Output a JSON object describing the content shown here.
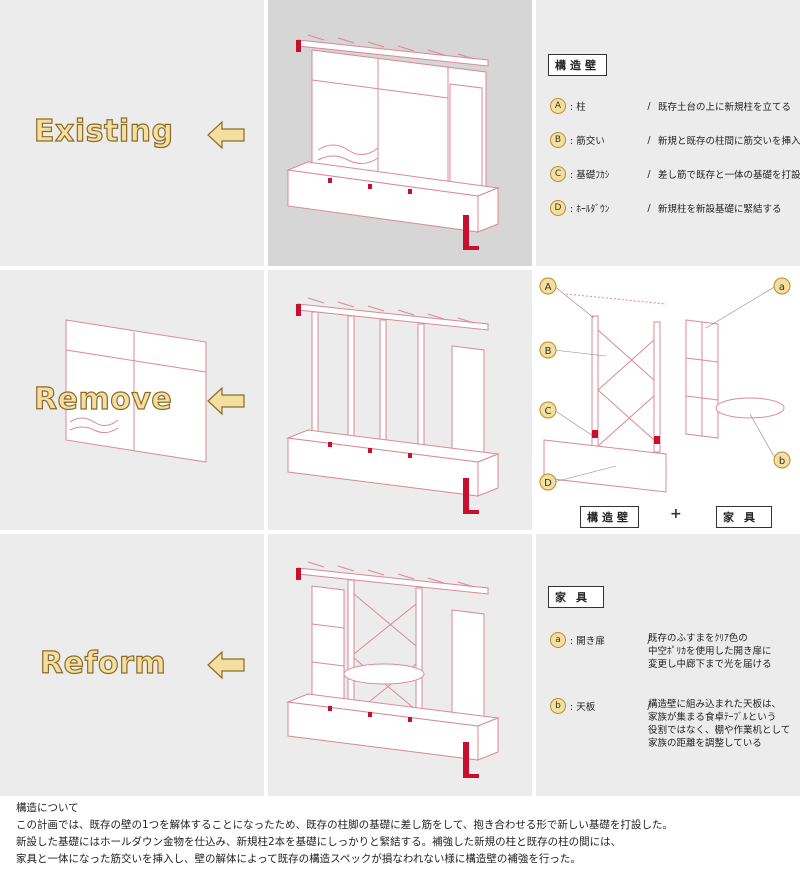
{
  "rows": {
    "existing": "Existing",
    "remove": "Remove",
    "reform": "Reform"
  },
  "structure_legend": {
    "title": "構造壁",
    "items": [
      {
        "badge": "A",
        "name": ": 柱",
        "desc": "既存土台の上に新規柱を立てる"
      },
      {
        "badge": "B",
        "name": ": 筋交い",
        "desc": "新規と既存の柱間に筋交いを挿入"
      },
      {
        "badge": "C",
        "name": ": 基礎ﾌｶｼ",
        "desc": "差し筋で既存と一体の基礎を打設"
      },
      {
        "badge": "D",
        "name": ": ﾎｰﾙﾀﾞｳﾝ",
        "desc": "新規柱を新設基礎に緊結する"
      }
    ]
  },
  "exploded": {
    "left_labels": [
      "A",
      "B",
      "C",
      "D"
    ],
    "right_labels": [
      "a",
      "b"
    ],
    "structure_wall": "構造壁",
    "plus": "+",
    "furniture": "家具"
  },
  "furniture_legend": {
    "title": "家具",
    "items": [
      {
        "badge": "a",
        "name": ": 開き扉",
        "lines": [
          "既存のふすまをｸﾘｱ色の",
          "中空ﾎﾟﾘｶを使用した開き扉に",
          "変更し中廊下まで光を届ける"
        ]
      },
      {
        "badge": "b",
        "name": ": 天板",
        "lines": [
          "構造壁に組み込まれた天板は、",
          "家族が集まる食卓ﾃｰﾌﾞﾙという",
          "役割ではなく、棚や作業机として",
          "家族の距離を調整している"
        ]
      }
    ]
  },
  "footer": {
    "heading": "構造について",
    "lines": [
      "この計画では、既存の壁の1つを解体することになったため、既存の柱脚の基礎に差し筋をして、抱き合わせる形で新しい基礎を打設した。",
      "新設した基礎にはホールダウン金物を仕込み、新規柱2本を基礎にしっかりと緊結する。補強した新規の柱と既存の柱の間には、",
      "家具と一体になった筋交いを挿入し、壁の解体によって既存の構造スペックが損なわれない様に構造壁の補強を行った。"
    ]
  },
  "colors": {
    "accent_red": "#c8102e",
    "line_pink": "#d98a96",
    "label_fill": "#f3dfa0",
    "label_stroke": "#8c6b2a"
  }
}
